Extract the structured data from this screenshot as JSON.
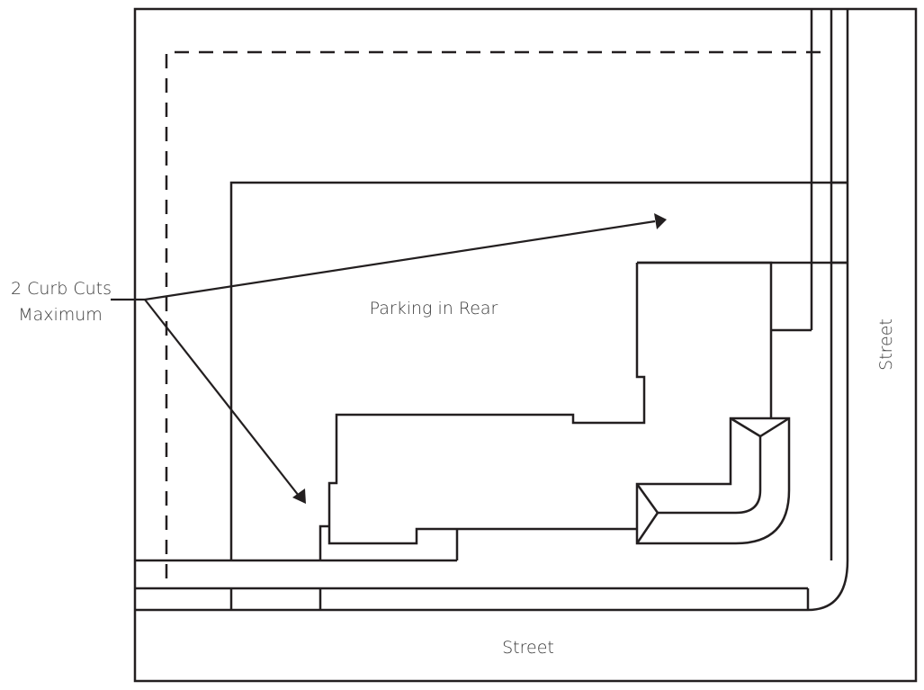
{
  "diagram": {
    "type": "site-plan",
    "labels": {
      "callout_line1": "2 Curb Cuts",
      "callout_line2": "Maximum",
      "parking": "Parking in Rear",
      "street_bottom": "Street",
      "street_right": "Street"
    },
    "colors": {
      "line": "#231f20",
      "text": "#3a3a3a",
      "background": "#ffffff"
    }
  }
}
